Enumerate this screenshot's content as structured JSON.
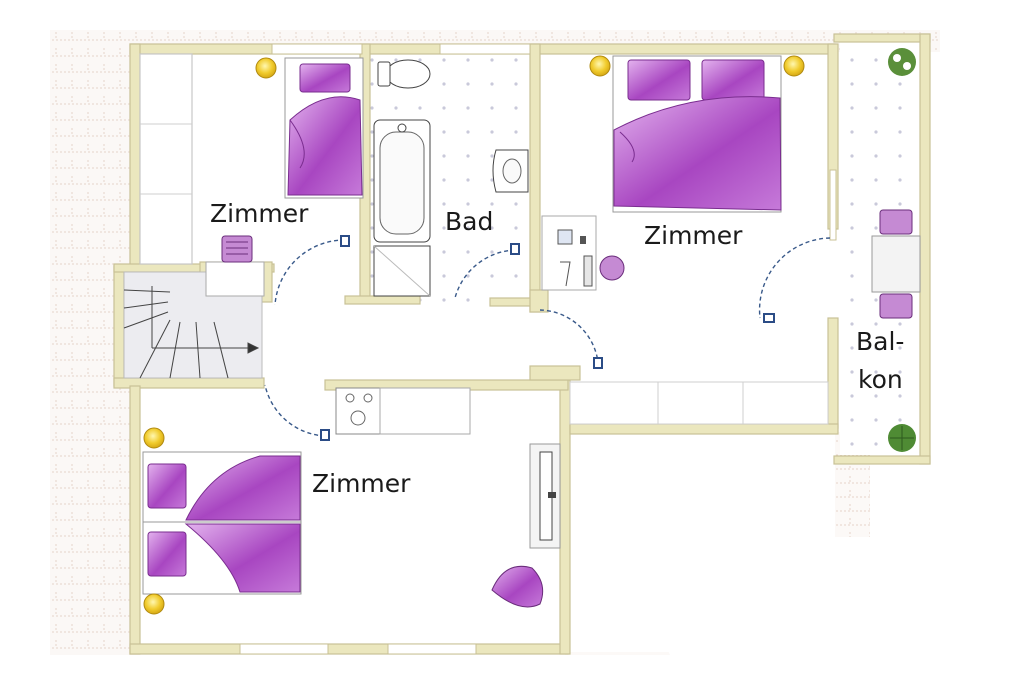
{
  "labels": {
    "room_top_left": "Zimmer",
    "bathroom": "Bad",
    "room_top_right": "Zimmer",
    "room_bottom_left": "Zimmer",
    "balcony_line1": "Bal-",
    "balcony_line2": "kon"
  },
  "colors": {
    "wall": "#e9e4b8",
    "wall_stroke": "#c9c294",
    "bedding": "#a94fbf",
    "bedding_light": "#d59be3",
    "lamp": "#f1cc2e",
    "tile_dot": "#c8c8d8",
    "roof_line": "#e3cfc4"
  },
  "icons": [
    "bed-icon",
    "lamp-icon",
    "toilet-icon",
    "bathtub-icon",
    "sink-icon",
    "stairs-icon",
    "chair-icon",
    "desk-icon",
    "plant-icon",
    "stove-icon",
    "sofa-icon"
  ]
}
